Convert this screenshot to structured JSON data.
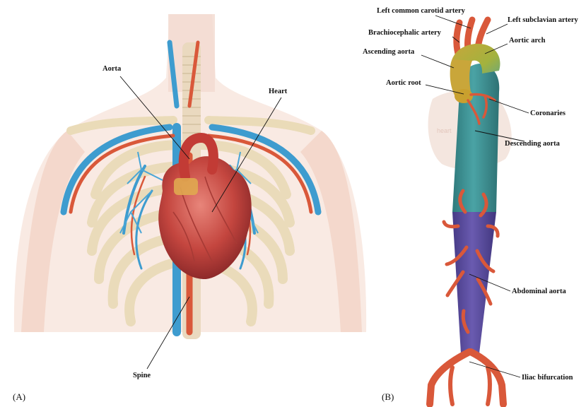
{
  "panel_a": {
    "letter": "(A)",
    "labels": {
      "aorta": "Aorta",
      "heart": "Heart",
      "spine": "Spine"
    }
  },
  "panel_b": {
    "letter": "(B)",
    "heart_watermark": "heart",
    "labels": {
      "left_common_carotid": "Left common carotid artery",
      "left_subclavian": "Left subclavian artery",
      "brachiocephalic": "Brachiocephalic artery",
      "ascending_aorta": "Ascending aorta",
      "aortic_arch": "Aortic arch",
      "aortic_root": "Aortic root",
      "coronaries": "Coronaries",
      "descending_aorta": "Descending aorta",
      "abdominal_aorta": "Abdominal aorta",
      "iliac_bifurcation": "Iliac bifurcation"
    }
  },
  "colors": {
    "artery_red": "#d9583a",
    "vein_blue": "#3e9ccf",
    "descending_teal": "#3f8f91",
    "abdominal_purple": "#5b4c9c",
    "arch_green": "#8fa83a",
    "ascending_yellow": "#c9a63a",
    "bone": "#efe3c6",
    "skin": "#f6dcd0"
  }
}
